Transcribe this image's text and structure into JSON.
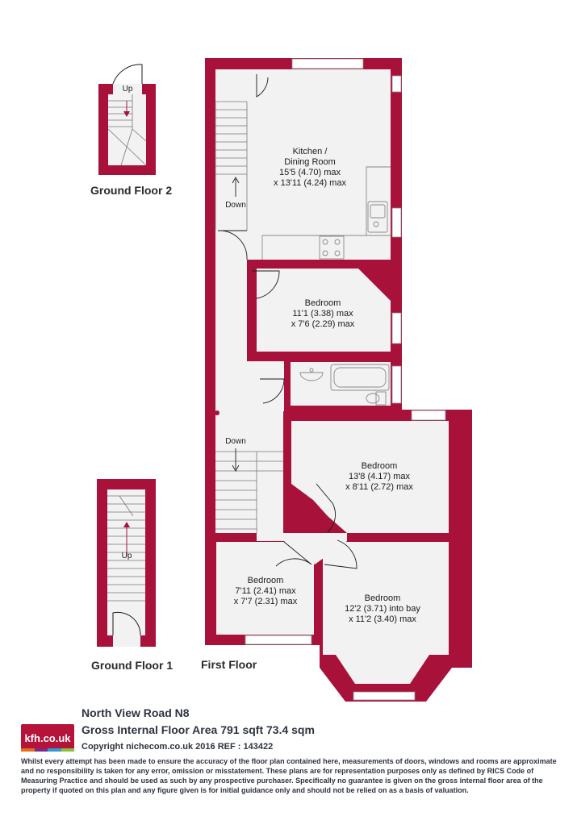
{
  "colors": {
    "wall": "#a8113a",
    "floor": "#f2f2f2",
    "fixture": "#888888",
    "text": "#2d3340"
  },
  "floors": {
    "ground_floor_2": "Ground Floor 2",
    "ground_floor_1": "Ground Floor 1",
    "first_floor": "First Floor"
  },
  "stairs": {
    "gf2_up": "Up",
    "gf1_up": "Up",
    "ff_down_top": "Down",
    "ff_down_mid": "Down"
  },
  "rooms": {
    "kitchen": {
      "name_line1": "Kitchen /",
      "name_line2": "Dining Room",
      "dim1": "15'5 (4.70) max",
      "dim2": "x 13'11 (4.24) max"
    },
    "bedroom1": {
      "name": "Bedroom",
      "dim1": "11'1 (3.38) max",
      "dim2": "x 7'6 (2.29) max"
    },
    "bedroom2": {
      "name": "Bedroom",
      "dim1": "13'8 (4.17) max",
      "dim2": "x 8'11 (2.72) max"
    },
    "bedroom3": {
      "name": "Bedroom",
      "dim1": "7'11 (2.41) max",
      "dim2": "x 7'7 (2.31) max"
    },
    "bedroom4": {
      "name": "Bedroom",
      "dim1": "12'2 (3.71) into bay",
      "dim2": "x 11'2 (3.40) max"
    }
  },
  "footer": {
    "logo": "kfh.co.uk",
    "logo_colors": [
      "#e0701c",
      "#7a2a8a",
      "#2f9ad5",
      "#8cbf3f"
    ],
    "address": "North View Road  N8",
    "area": "Gross Internal Floor Area 791 sqft 73.4 sqm",
    "copyright": "Copyright nichecom.co.uk 2016 REF : 143422",
    "disclaimer": "Whilst every attempt has been made to ensure the accuracy of the floor plan contained here, measurements of doors, windows and rooms are approximate and no responsibility is taken for any error, omission or misstatement.  These plans are for representation purposes only as defined by RICS Code of Measuring Practice and should be used as such by any prospective purchaser.  Specifically no guarantee is given on the gross internal floor area of the property if quoted on this plan and any figure given is for initial guidance only and should not be relied on as a basis of valuation."
  }
}
